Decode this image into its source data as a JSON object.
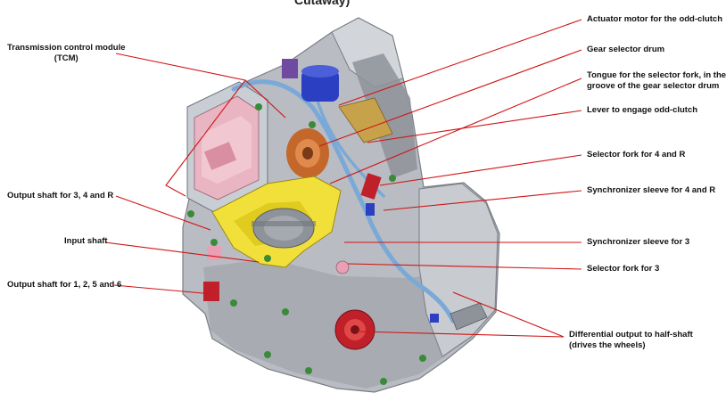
{
  "title_fragment": "Cutaway)",
  "labels": {
    "tcm": "Transmission control module\n(TCM)",
    "output_shaft_34r": "Output shaft for 3, 4 and R",
    "input_shaft": "Input shaft",
    "output_shaft_1256": "Output shaft for 1, 2, 5 and 6",
    "actuator_motor": "Actuator motor for the odd-clutch",
    "gear_selector_drum": "Gear selector drum",
    "tongue": "Tongue for the selector fork, in the\ngroove of the gear selector drum",
    "lever_odd_clutch": "Lever to engage odd-clutch",
    "selector_fork_4r": "Selector fork for 4 and R",
    "sync_sleeve_4r": "Synchronizer sleeve for 4 and R",
    "sync_sleeve_3": "Synchronizer sleeve for 3",
    "selector_fork_3": "Selector fork for 3",
    "differential_output": "Differential output to half-shaft\n(drives the wheels)"
  },
  "colors": {
    "leader_line": "#d01414",
    "housing": "#b9bcc2",
    "housing_dark": "#8e9299",
    "tube": "#7aa9d8",
    "yellow_parts": "#f2e03a",
    "pink_parts": "#e9a0b4",
    "blue_parts": "#2b3fc2",
    "copper_parts": "#c4672b",
    "red_parts": "#c0202a",
    "green_bolts": "#3a8a3a"
  }
}
